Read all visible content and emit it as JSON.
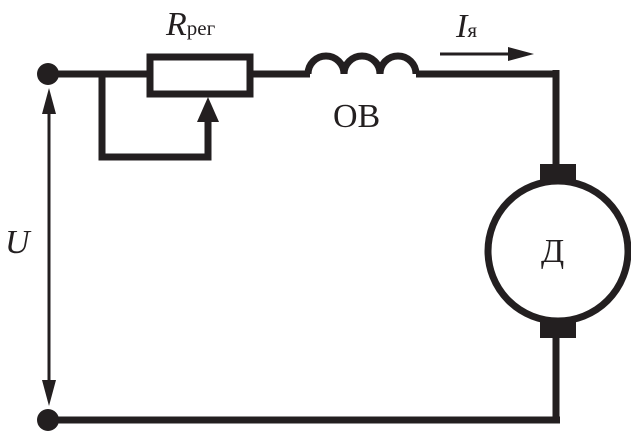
{
  "labels": {
    "resistor": {
      "symbol": "R",
      "subscript": "рег"
    },
    "field_winding": "ОВ",
    "armature_current": {
      "symbol": "I",
      "subscript": "я"
    },
    "voltage": "U",
    "motor": "Д"
  },
  "colors": {
    "stroke": "#231f20",
    "background": "#ffffff"
  }
}
